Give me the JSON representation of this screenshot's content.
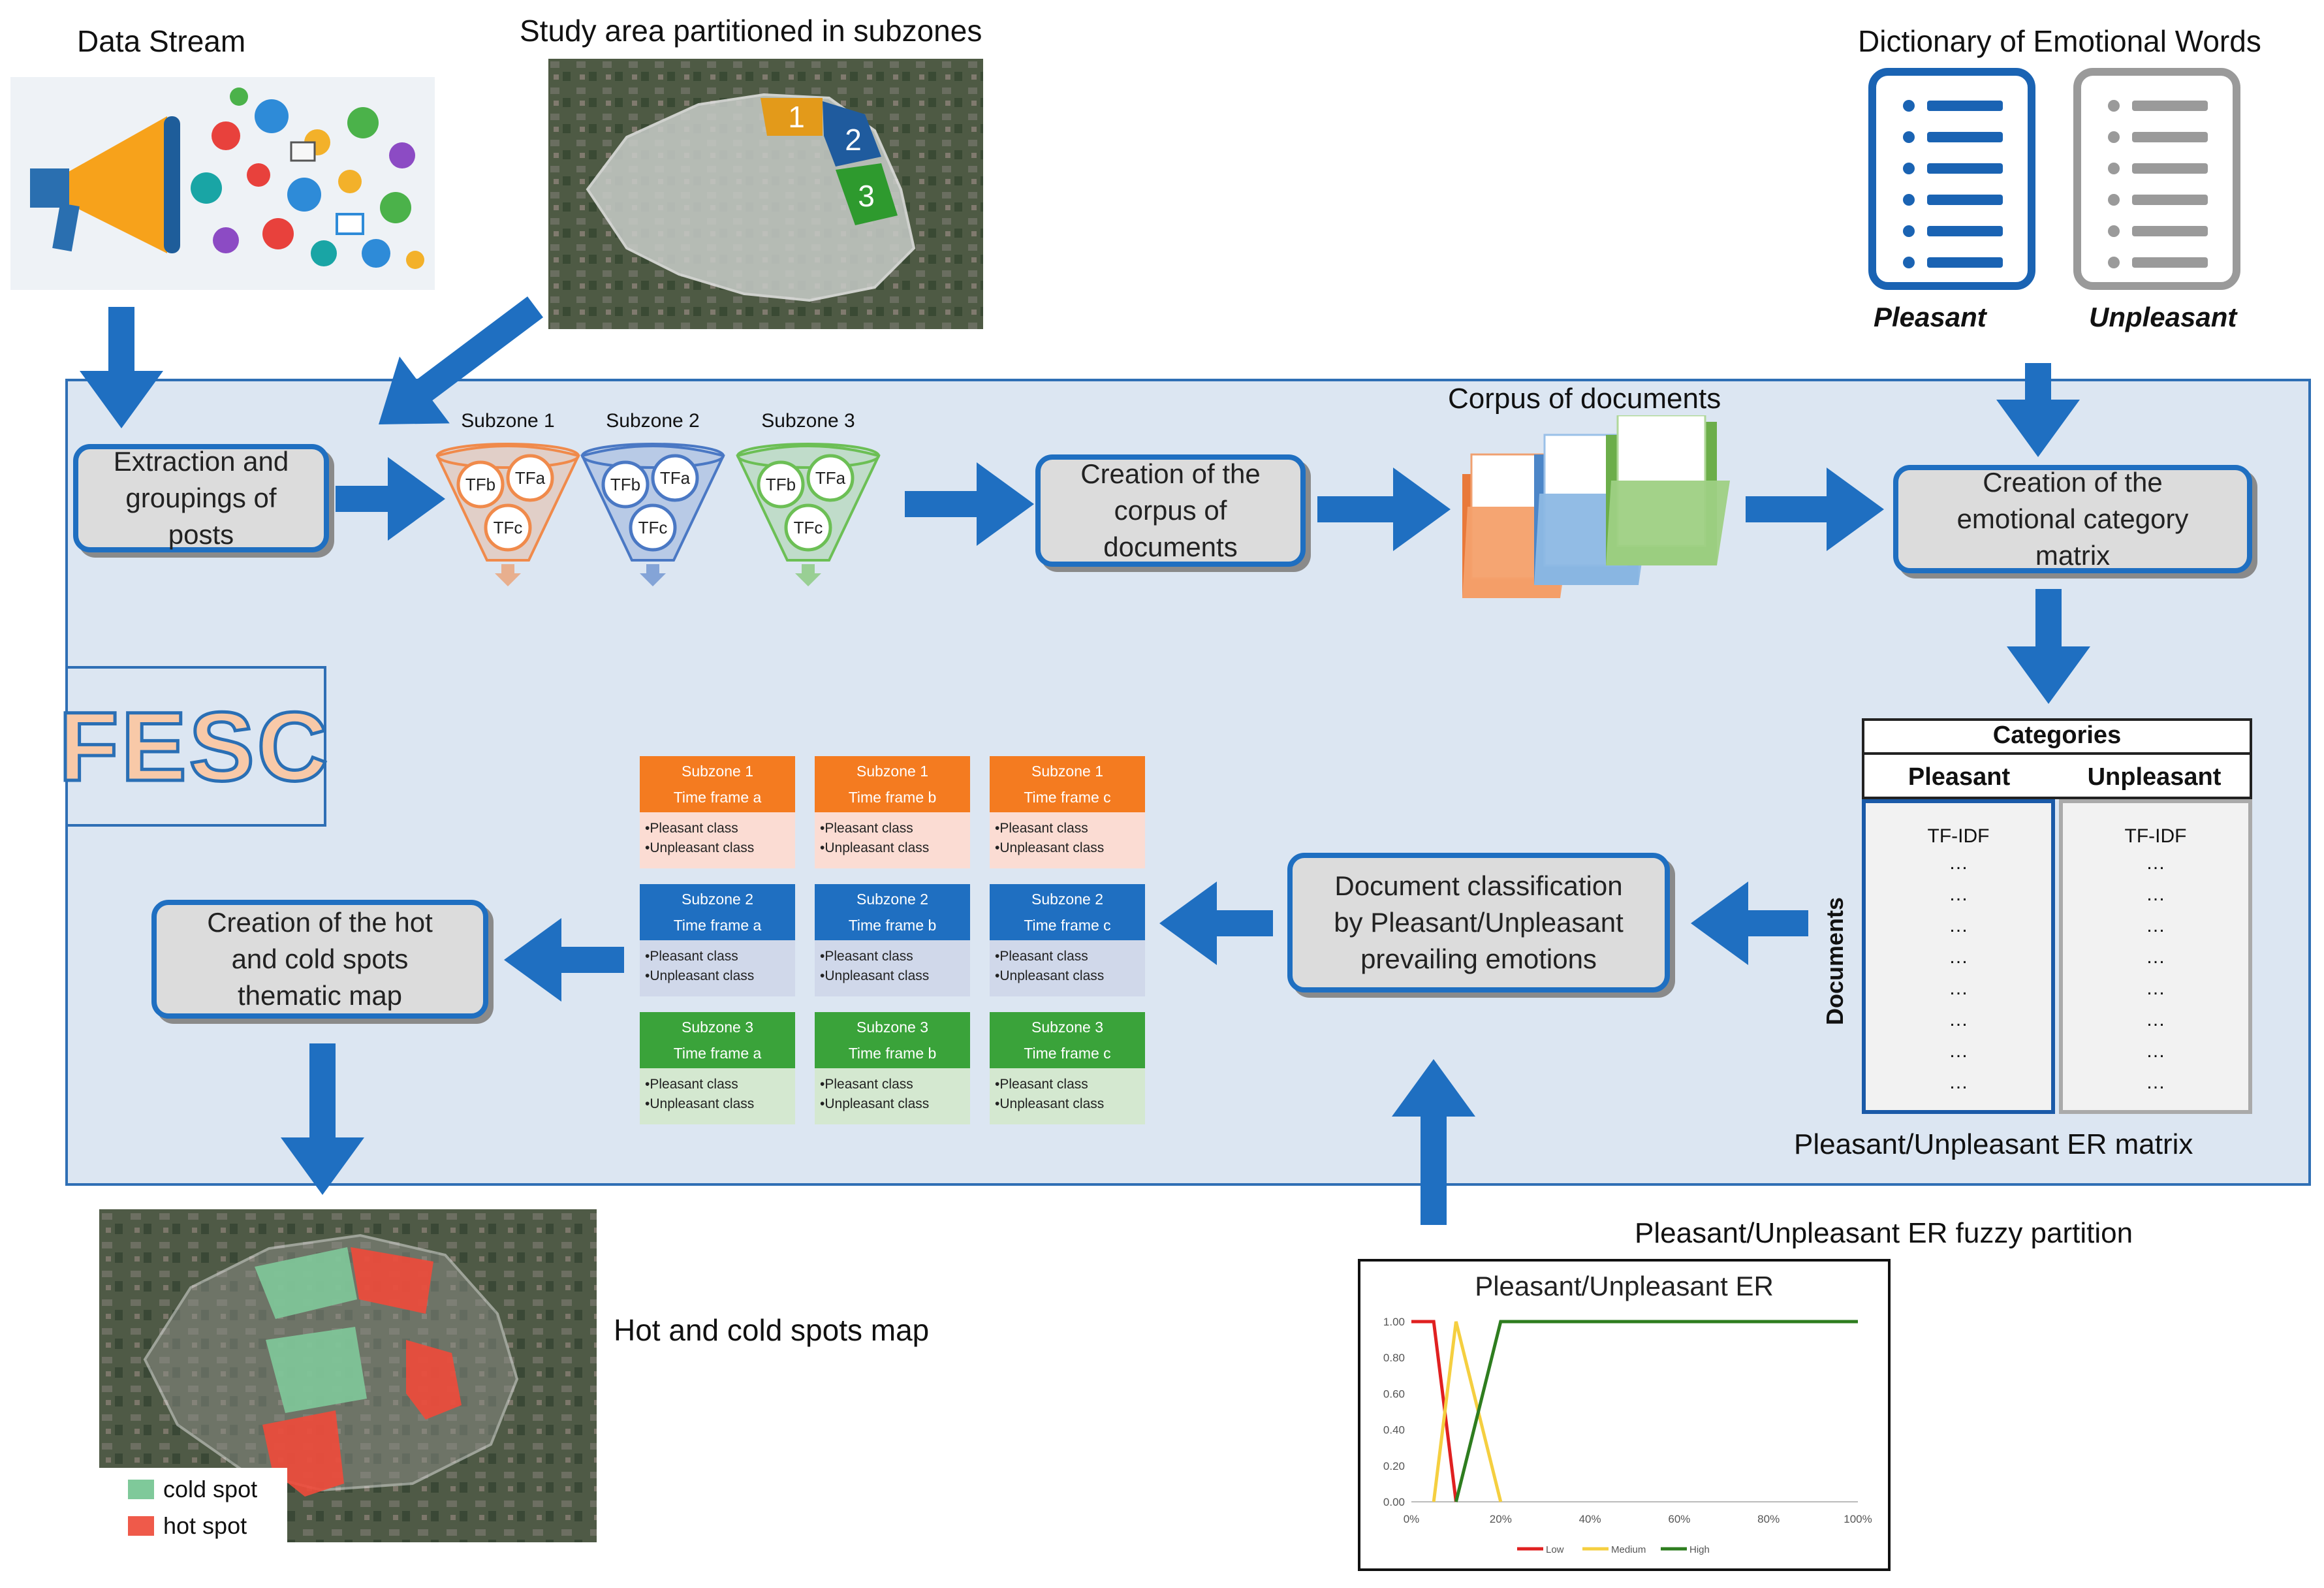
{
  "labels": {
    "data_stream": "Data Stream",
    "study_area": "Study area partitioned in subzones",
    "dictionary": "Dictionary of  Emotional Words",
    "pleasant_italic": "Pleasant",
    "unpleasant_italic": "Unpleasant",
    "corpus": "Corpus of documents",
    "fesc": "FESC",
    "er_matrix_caption": "Pleasant/Unpleasant ER matrix",
    "fuzzy_caption": "Pleasant/Unpleasant ER fuzzy partition",
    "hot_cold_map": "Hot and cold spots map",
    "map_zone_1": "1",
    "map_zone_2": "2",
    "map_zone_3": "3"
  },
  "process_boxes": {
    "extraction": [
      "Extraction and",
      "groupings of",
      "posts"
    ],
    "corpus_creation": [
      "Creation of the",
      "corpus of",
      "documents"
    ],
    "emotional_matrix": [
      "Creation of the",
      "emotional category",
      "matrix"
    ],
    "classification": [
      "Document classification",
      "by Pleasant/Unpleasant",
      "prevailing emotions"
    ],
    "hot_cold": [
      "Creation of the hot",
      "and cold spots",
      "thematic map"
    ]
  },
  "funnels": [
    {
      "label": "Subzone 1",
      "color": "#f08a4b",
      "tfa": "TFa",
      "tfb": "TFb",
      "tfc": "TFc"
    },
    {
      "label": "Subzone 2",
      "color": "#4a78c4",
      "tfa": "TFa",
      "tfb": "TFb",
      "tfc": "TFc"
    },
    {
      "label": "Subzone 3",
      "color": "#6cbf55",
      "tfa": "TFa",
      "tfb": "TFb",
      "tfc": "TFc"
    }
  ],
  "tf_grid": {
    "rows": [
      {
        "color": "#f47b20",
        "body": "#fbdcd3",
        "cards": [
          {
            "l1": "Subzone 1",
            "l2": "Time frame a"
          },
          {
            "l1": "Subzone 1",
            "l2": "Time frame b"
          },
          {
            "l1": "Subzone 1",
            "l2": "Time frame c"
          }
        ]
      },
      {
        "color": "#1f6fc1",
        "body": "#d0d8ea",
        "cards": [
          {
            "l1": "Subzone 2",
            "l2": "Time frame a"
          },
          {
            "l1": "Subzone 2",
            "l2": "Time frame b"
          },
          {
            "l1": "Subzone 2",
            "l2": "Time frame c"
          }
        ]
      },
      {
        "color": "#3aa33a",
        "body": "#d4e8d0",
        "cards": [
          {
            "l1": "Subzone 3",
            "l2": "Time frame a"
          },
          {
            "l1": "Subzone 3",
            "l2": "Time frame b"
          },
          {
            "l1": "Subzone 3",
            "l2": "Time frame c"
          }
        ]
      }
    ],
    "pleasant_class": "•Pleasant class",
    "unpleasant_class": "•Unpleasant class"
  },
  "er_matrix": {
    "categories": "Categories",
    "pleasant": "Pleasant",
    "unpleasant": "Unpleasant",
    "documents": "Documents",
    "tfidf": "TF-IDF",
    "ellipsis": "…"
  },
  "legend_map": {
    "cold": "cold spot",
    "hot": "hot spot",
    "cold_color": "#7fc99a",
    "hot_color": "#ef5a4a"
  },
  "chart_data": {
    "type": "line",
    "title": "Pleasant/Unpleasant ER",
    "xlabel": "",
    "ylabel": "",
    "xlim": [
      0,
      100
    ],
    "ylim": [
      0,
      1
    ],
    "x_ticks": [
      "0%",
      "20%",
      "40%",
      "60%",
      "80%",
      "100%"
    ],
    "y_ticks": [
      "0.00",
      "0.20",
      "0.40",
      "0.60",
      "0.80",
      "1.00"
    ],
    "series": [
      {
        "name": "Low",
        "color": "#e02020",
        "x": [
          0,
          5,
          10
        ],
        "y": [
          1,
          1,
          0
        ]
      },
      {
        "name": "Medium",
        "color": "#f5cf40",
        "x": [
          5,
          10,
          20
        ],
        "y": [
          0,
          1,
          0
        ]
      },
      {
        "name": "High",
        "color": "#2e7d1f",
        "x": [
          10,
          20,
          100
        ],
        "y": [
          0,
          1,
          1
        ]
      }
    ],
    "legend_position": "bottom"
  }
}
